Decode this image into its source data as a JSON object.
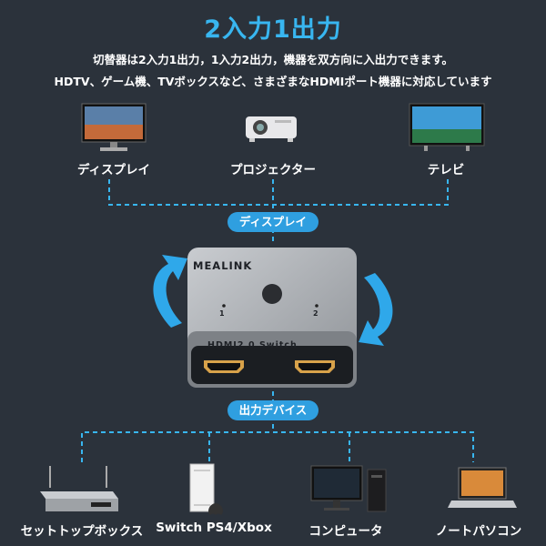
{
  "title": "2入力1出力",
  "description": {
    "line1": "切替器は2入力1出力，1入力2出力，機器を双方向に入出力できます。",
    "line2": "HDTV、ゲーム機、TVボックスなど、さまざまなHDMIポート機器に対応しています"
  },
  "top_devices": [
    {
      "label": "ディスプレイ",
      "icon": "monitor-icon"
    },
    {
      "label": "プロジェクター",
      "icon": "projector-icon"
    },
    {
      "label": "テレビ",
      "icon": "tv-icon"
    }
  ],
  "input_badge": "ディスプレイ",
  "output_badge": "出力デバイス",
  "switch": {
    "brand": "MEALINK",
    "model": "HDMI2.0 Switch",
    "port1": "1",
    "port2": "2"
  },
  "bottom_devices": [
    {
      "label": "セットトップボックス",
      "icon": "set-top-box-icon"
    },
    {
      "label": "Switch PS4/Xbox",
      "icon": "game-console-icon"
    },
    {
      "label": "コンピュータ",
      "icon": "computer-icon"
    },
    {
      "label": "ノートパソコン",
      "icon": "laptop-icon"
    }
  ],
  "colors": {
    "background": "#2b323b",
    "accent": "#38b6f0",
    "badge": "#2f9fe0"
  }
}
